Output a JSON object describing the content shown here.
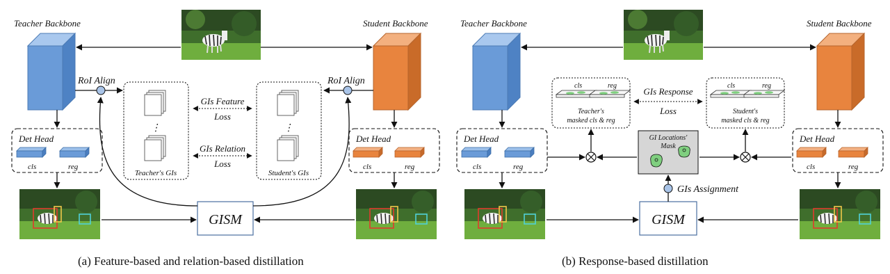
{
  "colors": {
    "teacher": "#6a9bd8",
    "student": "#e8843e",
    "panel": "#dcdcdc",
    "node": "#a9c4e8",
    "mask_blob": "#7fcf7f"
  },
  "icons": [
    "zebra-photo",
    "zebra-detection-photo",
    "feature-map-stack",
    "cross-multiply-circle"
  ],
  "labels": {
    "teacher_backbone": "Teacher Backbone",
    "student_backbone": "Student Backbone",
    "roi_align": "RoI Align",
    "det_head": "Det Head",
    "cls": "cls",
    "reg": "reg",
    "gism": "GISM",
    "gis_feature": "GIs Feature",
    "gis_relation": "GIs Relation",
    "loss": "Loss",
    "teachers_gis": "Teacher's GIs",
    "students_gis": "Student's GIs",
    "vdots": "⋮",
    "gis_response": "GIs Response",
    "teachers_masked_1": "Teacher's",
    "teachers_masked_2": "masked cls & reg",
    "students_masked_1": "Student's",
    "students_masked_2": "masked cls & reg",
    "gi_locations_1": "GI Locations'",
    "gi_locations_2": "Mask",
    "gis_assignment": "GIs Assignment"
  },
  "captions": {
    "a": "(a)  Feature-based and relation-based distillation",
    "b": "(b)  Response-based distillation"
  }
}
